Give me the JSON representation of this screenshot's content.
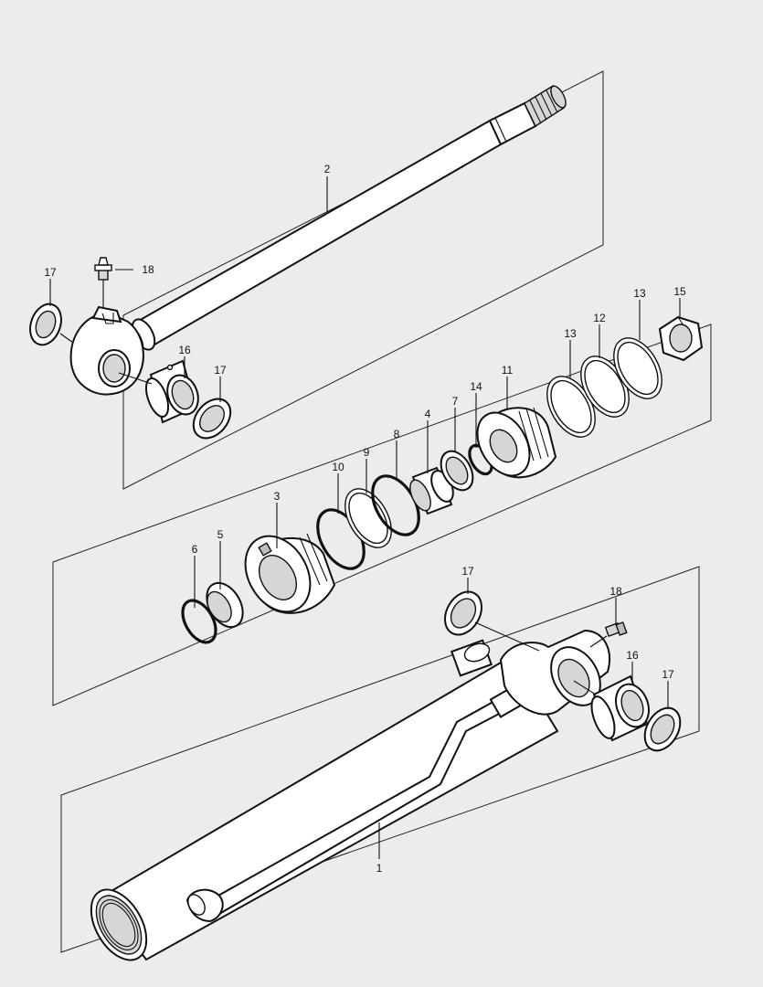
{
  "callouts": {
    "c1": "1",
    "c2": "2",
    "c3": "3",
    "c4": "4",
    "c5": "5",
    "c6": "6",
    "c7": "7",
    "c8": "8",
    "c9": "9",
    "c10": "10",
    "c11": "11",
    "c12": "12",
    "c13a": "13",
    "c13b": "13",
    "c14": "14",
    "c15": "15",
    "c16a": "16",
    "c16b": "16",
    "c17a": "17",
    "c17b": "17",
    "c17c": "17",
    "c17d": "17",
    "c18a": "18",
    "c18b": "18"
  }
}
